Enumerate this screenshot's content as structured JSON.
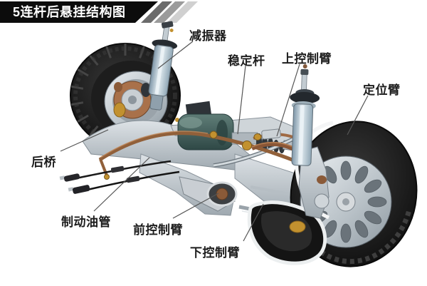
{
  "banner": {
    "title": "5连杆后悬挂结构图"
  },
  "labels": [
    {
      "id": "shock-absorber",
      "text": "减振器"
    },
    {
      "id": "stabilizer-bar",
      "text": "稳定杆"
    },
    {
      "id": "upper-control-arm",
      "text": "上控制臂"
    },
    {
      "id": "positioning-arm",
      "text": "定位臂"
    },
    {
      "id": "rear-axle",
      "text": "后桥"
    },
    {
      "id": "brake-oil-pipe",
      "text": "制动油管"
    },
    {
      "id": "front-control-arm",
      "text": "前控制臂"
    },
    {
      "id": "lower-control-arm",
      "text": "下控制臂"
    }
  ],
  "colors": {
    "background": "#ffffff",
    "banner_bg": "#0c0c0c",
    "banner_text": "#ffffff",
    "stripes": [
      "#6b6b6b",
      "#9b9b9b",
      "#d0d0d0"
    ],
    "label_text": "#1d1d1d",
    "leader_line": "#555555",
    "tire": "#161616",
    "rim": "#c3cad0",
    "frame": "#c2c9cf",
    "differential": "#45625d",
    "copper": "#96643e",
    "gold": "#c2912f",
    "strut": "#b9cbd6"
  }
}
